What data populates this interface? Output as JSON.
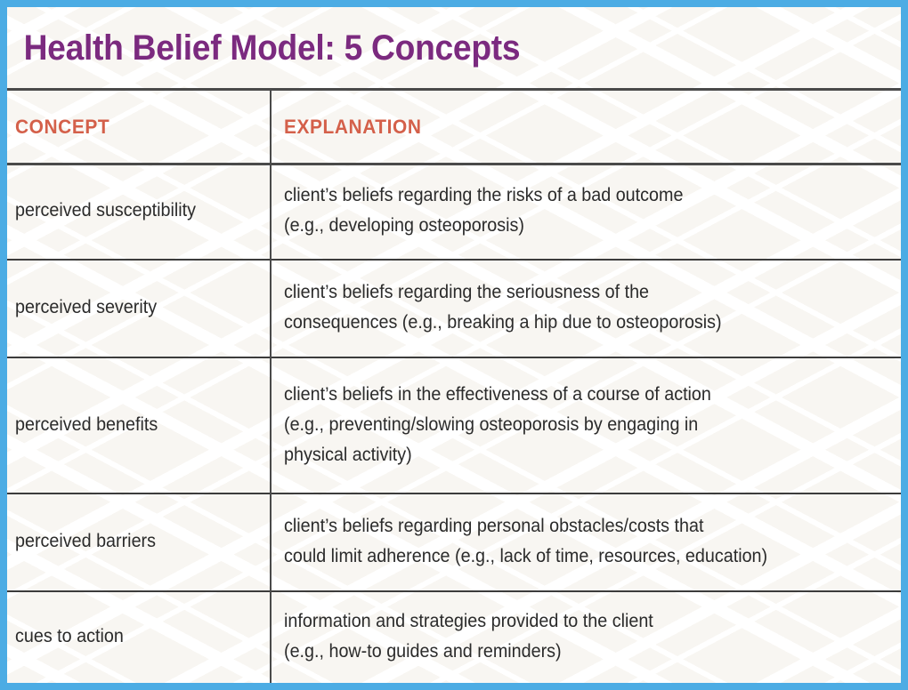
{
  "card": {
    "title": "Health Belief Model: 5 Concepts",
    "border_color": "#4CACE4",
    "background_color": "#F8F6F2",
    "title_color": "#7B2A7F",
    "header_color": "#D4604A",
    "body_text_color": "#2B2B2B",
    "rule_color": "#4A4A4A"
  },
  "table": {
    "headers": {
      "concept": "CONCEPT",
      "explanation": "EXPLANATION"
    },
    "rows": [
      {
        "concept": "perceived susceptibility",
        "explanation": "client’s beliefs regarding the risks of a bad outcome\n(e.g., developing osteoporosis)"
      },
      {
        "concept": "perceived severity",
        "explanation": "client’s beliefs regarding the seriousness of the\nconsequences (e.g., breaking a hip due to osteoporosis)"
      },
      {
        "concept": "perceived benefits",
        "explanation": "client’s beliefs in the effectiveness of a course of action\n(e.g., preventing/slowing osteoporosis by engaging in\nphysical activity)"
      },
      {
        "concept": "perceived barriers",
        "explanation": "client’s beliefs regarding personal obstacles/costs that\ncould limit adherence (e.g., lack of time, resources, education)"
      },
      {
        "concept": "cues to action",
        "explanation": "information and strategies provided to the client\n(e.g., how-to guides and reminders)"
      }
    ]
  }
}
